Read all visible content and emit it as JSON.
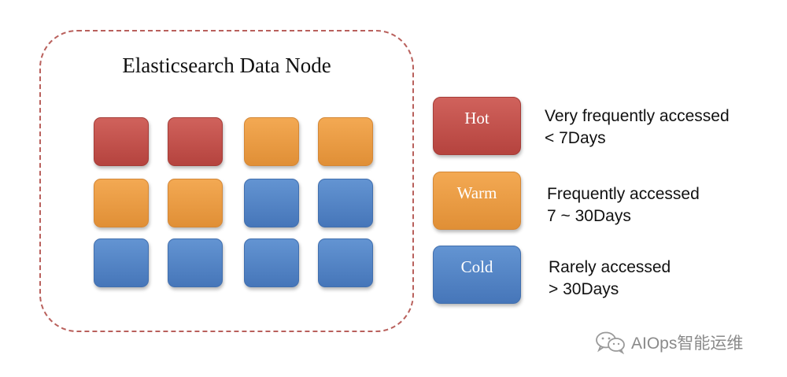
{
  "node": {
    "title": "Elasticsearch Data Node",
    "shards": [
      [
        "hot",
        "hot",
        "warm",
        "warm"
      ],
      [
        "warm",
        "warm",
        "cold",
        "cold"
      ],
      [
        "cold",
        "cold",
        "cold",
        "cold"
      ]
    ]
  },
  "legend": [
    {
      "tier": "hot",
      "label": "Hot",
      "desc_line1": "Very frequently accessed",
      "desc_line2": "< 7Days"
    },
    {
      "tier": "warm",
      "label": "Warm",
      "desc_line1": "Frequently accessed",
      "desc_line2": "7 ~ 30Days"
    },
    {
      "tier": "cold",
      "label": "Cold",
      "desc_line1": "Rarely accessed",
      "desc_line2": "> 30Days"
    }
  ],
  "colors": {
    "hot": "#c14f4a",
    "warm": "#ea9c45",
    "cold": "#5585c6",
    "border": "#b9605c"
  },
  "watermark": {
    "text": "AIOps智能运维",
    "icon": "wechat-icon"
  }
}
